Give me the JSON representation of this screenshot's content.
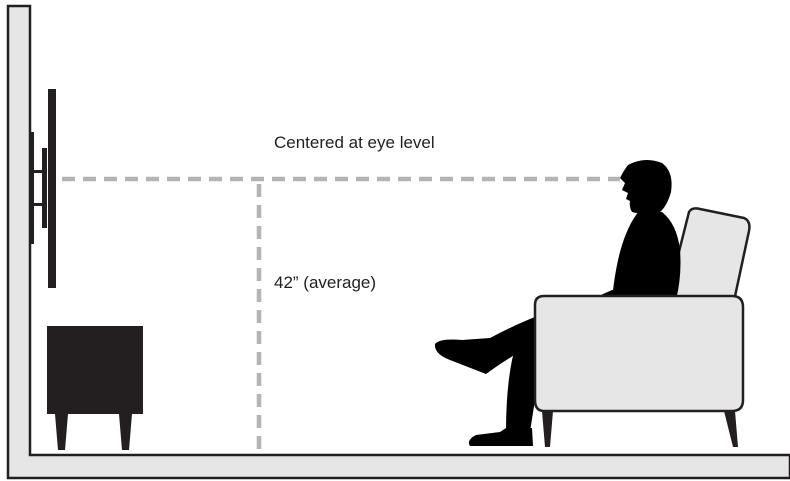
{
  "labels": {
    "eye_level": "Centered at eye level",
    "height": "42” (average)"
  },
  "colors": {
    "outline": "#231f20",
    "wall_fill": "#e6e6e7",
    "chair_fill": "#e6e6e7",
    "dashed_line": "#b4b4b4",
    "silhouette": "#000000"
  },
  "icons": {
    "tv": "wall-mounted-tv",
    "person": "seated-person-silhouette",
    "chair": "armchair",
    "stand": "media-cabinet"
  }
}
